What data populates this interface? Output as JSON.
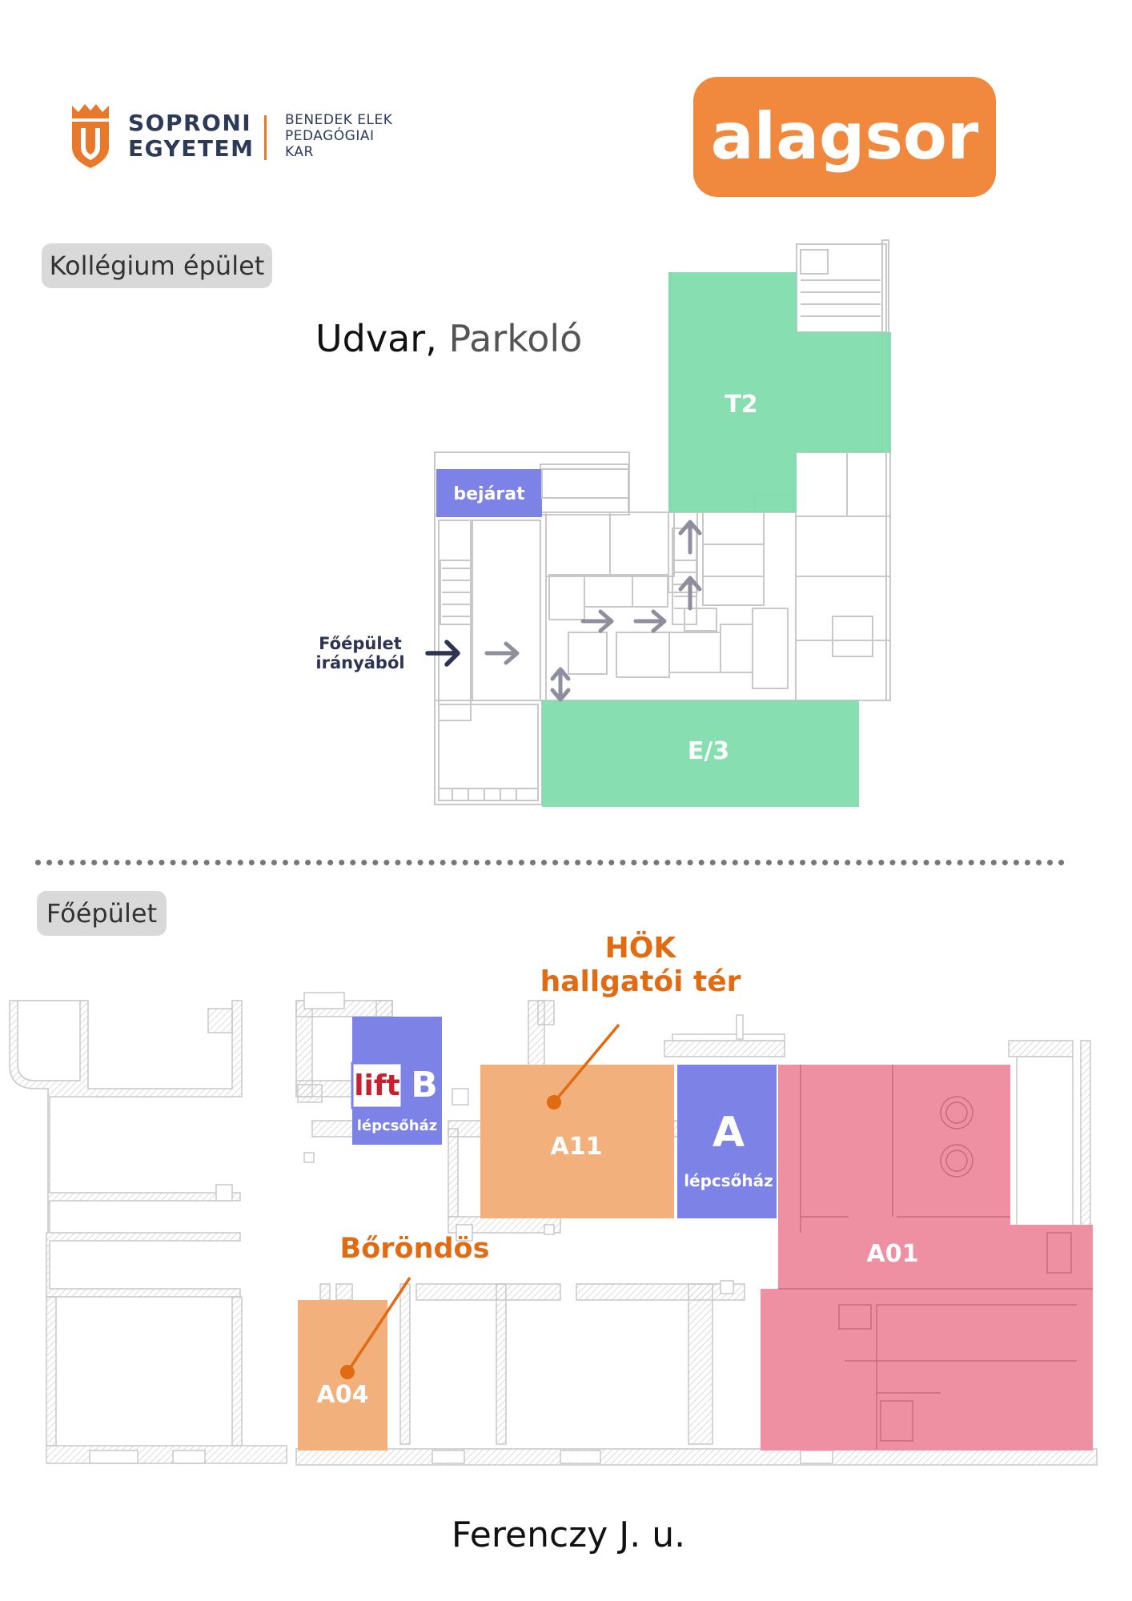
{
  "header": {
    "logo_line1": "SOPRONI",
    "logo_line2": "EGYETEM",
    "faculty_line1": "BENEDEK ELEK",
    "faculty_line2": "PEDAGÓGIAI",
    "faculty_line3": "KAR",
    "floor_label": "alagsor"
  },
  "colors": {
    "brand_orange": "#e8792b",
    "badge_orange": "#f0883e",
    "green_room": "#7fdcad",
    "blue_room": "#7c82e6",
    "orange_room": "#f2b07c",
    "red_room": "#ee8fa2",
    "callout_orange": "#e06b12",
    "lift_red": "#c8202e"
  },
  "kollegium": {
    "section_label": "Kollégium épület",
    "outside_label_part1": "Udvar",
    "outside_label_sep": ",",
    "outside_label_part2": "Parkoló",
    "rooms": {
      "t2": "T2",
      "e3": "E/3",
      "entrance": "bejárat"
    },
    "arrival_line1": "Főépület",
    "arrival_line2": "irányából"
  },
  "foepulet": {
    "section_label": "Főépület",
    "rooms": {
      "a11": "A11",
      "a04": "A04",
      "a01": "A01",
      "lift": "lift",
      "stair_b_letter": "B",
      "stair_b_label": "lépcsőház",
      "stair_a_letter": "A",
      "stair_a_label": "lépcsőház"
    },
    "callout_hok_line1": "HÖK",
    "callout_hok_line2": "hallgatói tér",
    "callout_borondos": "Bőröndös",
    "street_label": "Ferenczy J. u."
  }
}
